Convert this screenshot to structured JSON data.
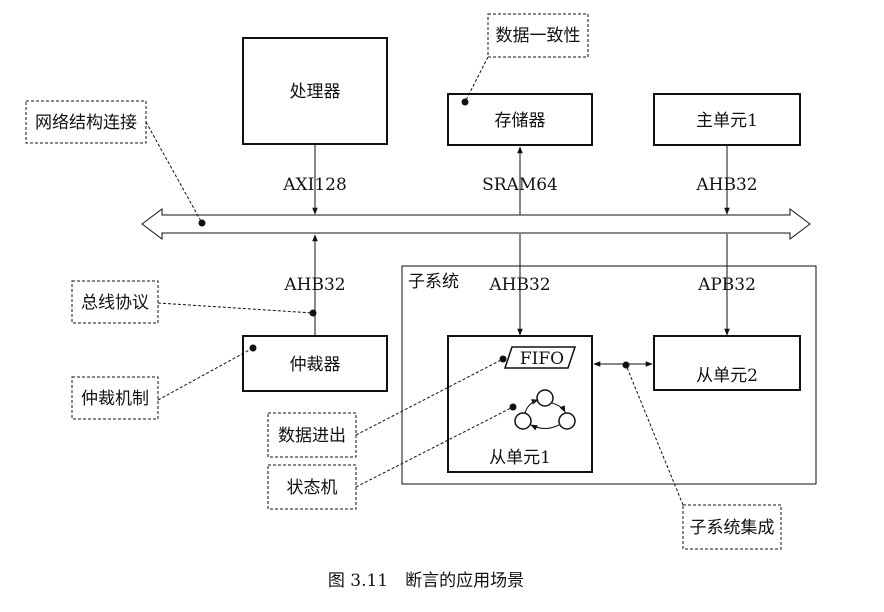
{
  "blocks": {
    "processor": "处理器",
    "memory": "存储器",
    "master1": "主单元1",
    "arbiter": "仲裁器",
    "slave1": "从单元1",
    "slave2": "从单元2",
    "fifo": "FIFO",
    "subsystem": "子系统"
  },
  "buses": {
    "axi128": "AXI128",
    "sram64": "SRAM64",
    "ahb32_master": "AHB32",
    "ahb32_arbiter": "AHB32",
    "ahb32_sub": "AHB32",
    "apb32": "APB32"
  },
  "callouts": {
    "data_consistency": "数据一致性",
    "network_connection": "网络结构连接",
    "bus_protocol": "总线协议",
    "arbitration": "仲裁机制",
    "data_io": "数据进出",
    "state_machine": "状态机",
    "subsystem_integration": "子系统集成"
  },
  "caption": "图 3.11　断言的应用场景"
}
